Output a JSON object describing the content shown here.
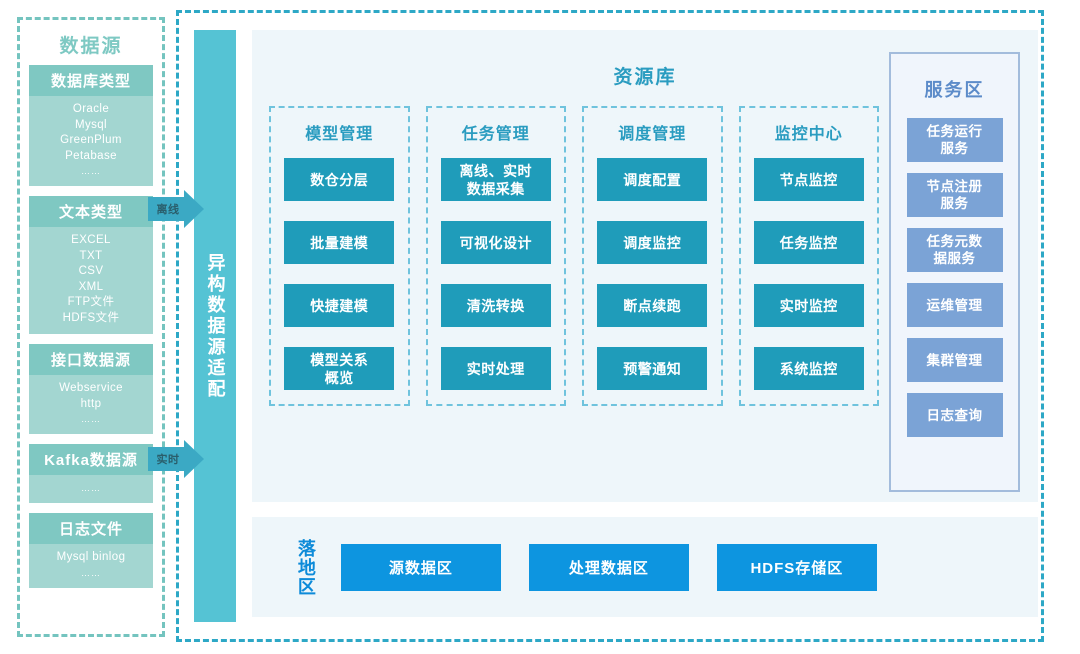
{
  "datasource": {
    "title": "数据源",
    "cards": [
      {
        "head": "数据库类型",
        "items": [
          "Oracle",
          "Mysql",
          "GreenPlum",
          "Petabase"
        ],
        "dots": "……"
      },
      {
        "head": "文本类型",
        "items": [
          "EXCEL",
          "TXT",
          "CSV",
          "XML",
          "FTP文件",
          "HDFS文件"
        ],
        "dots": ""
      },
      {
        "head": "接口数据源",
        "items": [
          "Webservice",
          "http"
        ],
        "dots": "……"
      },
      {
        "head": "Kafka数据源",
        "items": [],
        "dots": "……"
      },
      {
        "head": "日志文件",
        "items": [
          "Mysql binlog"
        ],
        "dots": "……"
      }
    ]
  },
  "arrows": [
    {
      "label": "离线",
      "name": "offline"
    },
    {
      "label": "实时",
      "name": "realtime"
    }
  ],
  "adapter": {
    "label": "异构数据源适配"
  },
  "repository": {
    "title": "资源库",
    "columns": [
      {
        "title": "模型管理",
        "chips": [
          "数仓分层",
          "批量建模",
          "快捷建模",
          "模型关系\n概览"
        ]
      },
      {
        "title": "任务管理",
        "chips": [
          "离线、实时\n数据采集",
          "可视化设计",
          "清洗转换",
          "实时处理"
        ]
      },
      {
        "title": "调度管理",
        "chips": [
          "调度配置",
          "调度监控",
          "断点续跑",
          "预警通知"
        ]
      },
      {
        "title": "监控中心",
        "chips": [
          "节点监控",
          "任务监控",
          "实时监控",
          "系统监控"
        ]
      }
    ]
  },
  "service_area": {
    "title": "服务区",
    "chips": [
      "任务运行\n服务",
      "节点注册\n服务",
      "任务元数\n据服务",
      "运维管理",
      "集群管理",
      "日志查询"
    ]
  },
  "landing_zone": {
    "label": "落地区",
    "chips": [
      "源数据区",
      "处理数据区",
      "HDFS存储区"
    ]
  },
  "colors": {
    "teal_light": "#a3d6d1",
    "teal_head": "#7fc8c2",
    "teal_title": "#7ec9c3",
    "adapter_bar": "#55c3d4",
    "repo_chip": "#1f9cba",
    "repo_title": "#2a9cc0",
    "repo_bg": "#eef6fa",
    "repo_dash": "#6fc3dd",
    "service_chip": "#7ba3d6",
    "service_title": "#5c8bc9",
    "service_border": "#a3bcdc",
    "landing_chip": "#0d95e0",
    "landing_label": "#0d8bd9",
    "outer_dash_teal": "#74c4bf",
    "outer_dash_blue": "#2da8c6",
    "arrow_fill": "#3ba9c4",
    "arrow_text": "#2a5e6b"
  }
}
